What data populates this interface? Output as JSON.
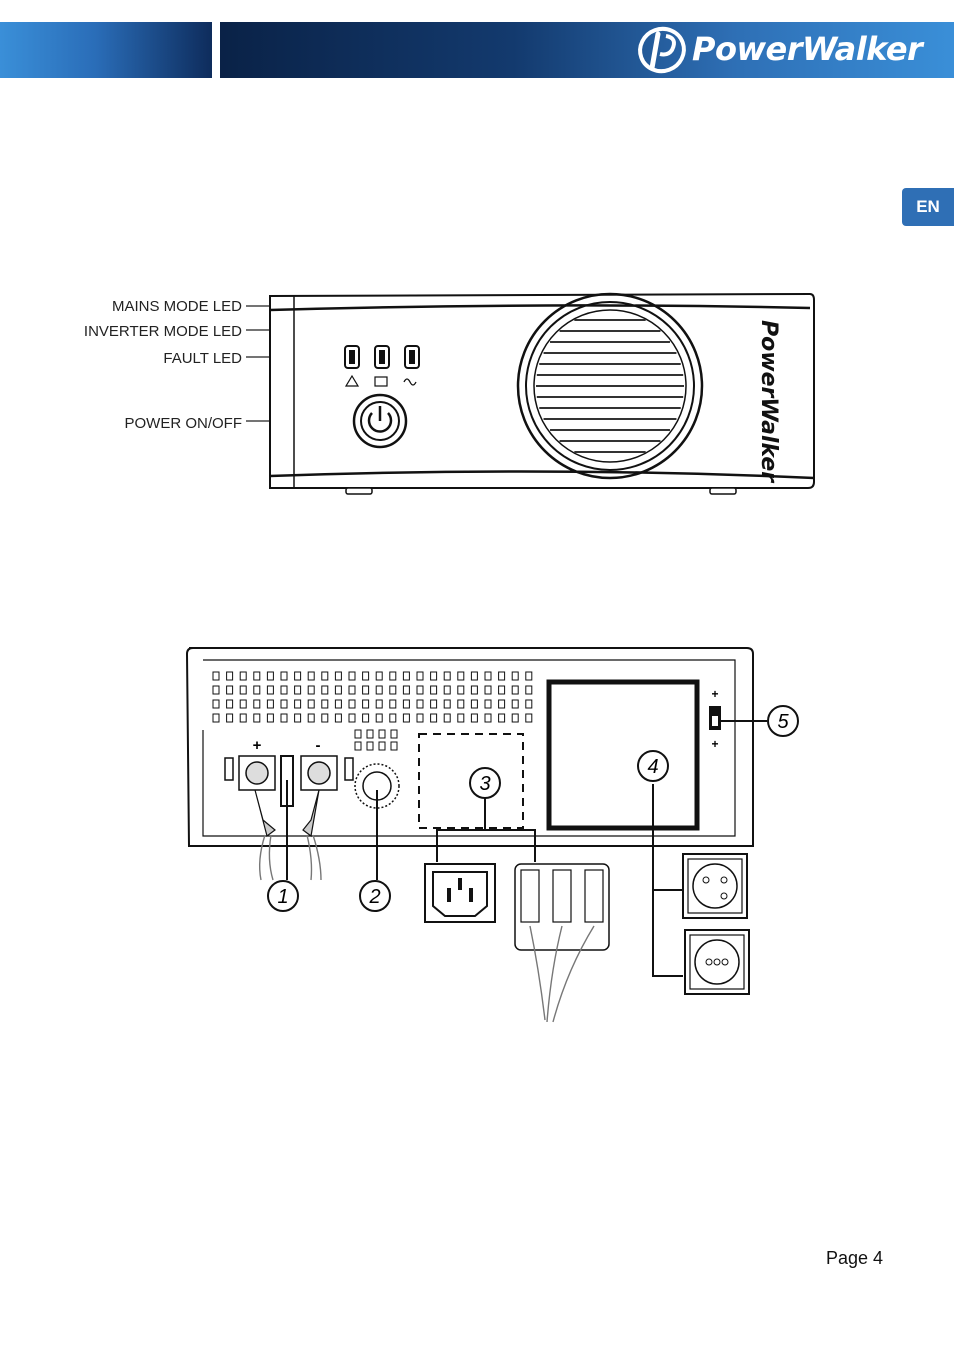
{
  "header": {
    "brand": "PowerWalker",
    "language_tab": "EN",
    "colors": {
      "primary": "#0e2c5c",
      "accent": "#3a8fd8",
      "tab": "#2f6fb5"
    }
  },
  "front_panel": {
    "labels": {
      "mains_led": "MAINS MODE LED",
      "inverter_led": "INVERTER MODE LED",
      "fault_led": "FAULT LED",
      "power_switch": "POWER ON/OFF"
    },
    "side_brand": "PowerWalker"
  },
  "rear_panel": {
    "callouts": [
      "1",
      "2",
      "3",
      "4",
      "5"
    ],
    "terminal_plus": "+",
    "terminal_minus": "-"
  },
  "footer": {
    "page": "Page 4"
  }
}
